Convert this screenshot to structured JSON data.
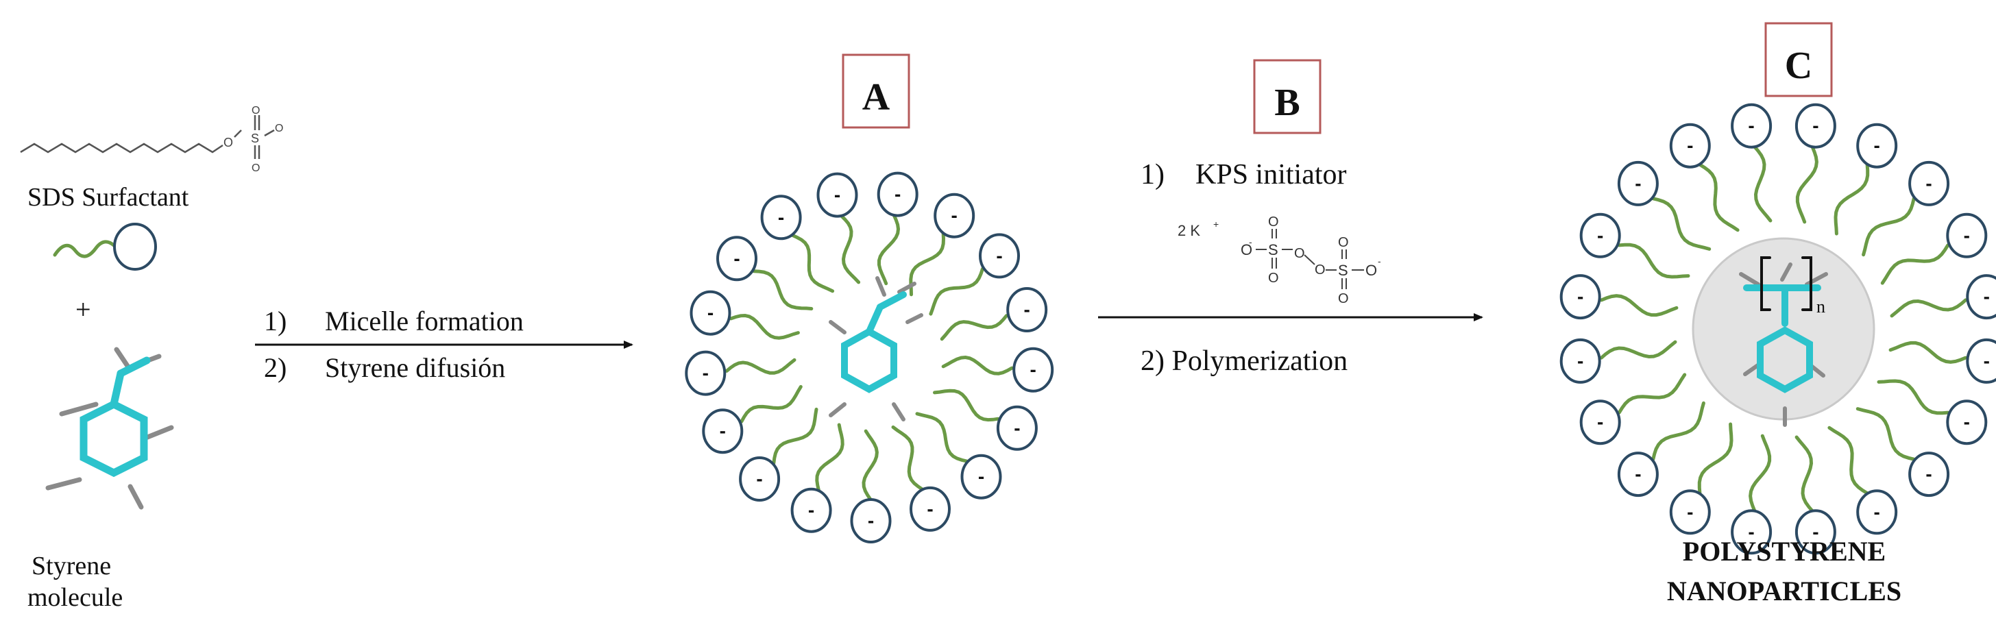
{
  "colors": {
    "head_stroke": "#2c4a63",
    "tail_stroke": "#6a9a45",
    "box_stroke": "#b55a5a",
    "text": "#111111",
    "carbon": "#2cc3cc",
    "hydrogen": "#8a8a8a",
    "core_fill": "#e3e3e3"
  },
  "left_panel": {
    "surfactant_label": "SDS Surfactant",
    "plus": "+",
    "styrene_label_line1": "Styrene",
    "styrene_label_line2": "molecule",
    "sulfonate_o": "O",
    "sulfonate_s": "S",
    "sulfonate_o_minus": "O"
  },
  "arrow1": {
    "step1_num": "1)",
    "step1_text": "Micelle formation",
    "step2_num": "2)",
    "step2_text": "Styrene difusión"
  },
  "stage_a": {
    "label": "A",
    "charge": "-"
  },
  "stage_b": {
    "label": "B",
    "step1_num": "1)",
    "step1_text": "KPS initiator",
    "step2_text": "2) Polymerization",
    "kps_cation": "2 K",
    "kps_cation_sup": "+",
    "kps_anion_left": "O",
    "kps_sulfur": "S",
    "kps_oxygen": "O",
    "kps_anion_right": "O",
    "kps_minus": "-"
  },
  "stage_c": {
    "label": "C",
    "charge": "-",
    "polymer_subscript": "n",
    "caption_line1": "POLYSTYRENE",
    "caption_line2": "NANOPARTICLES"
  }
}
